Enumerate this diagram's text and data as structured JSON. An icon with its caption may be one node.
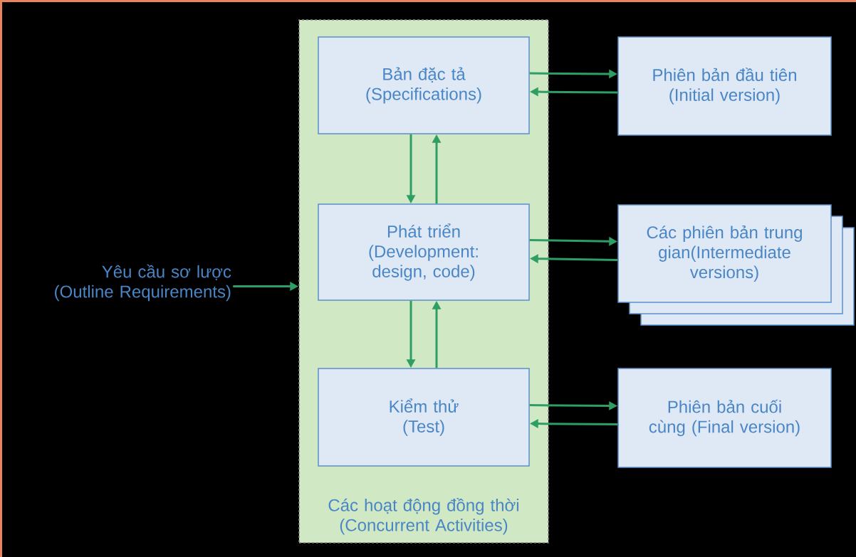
{
  "diagram": {
    "nodes": [
      {
        "text": [
          "Các hoạt động đồng thời (Concurrent Activities)"
        ]
      },
      {
        "text": [
          "Bản đặc tả (Specifications)"
        ],
        "in": 0
      },
      {
        "text": [
          "Phát triển (Development: design, code)"
        ],
        "in": 0
      },
      {
        "text": [
          "Kiểm thử (Test)"
        ],
        "in": 0
      },
      {
        "text": [
          "Phiên bản đầu tiên (Initial version)"
        ]
      },
      {
        "text": [
          "Các phiên bản trung gian(Intermediate versions)"
        ]
      },
      {
        "text": [
          "Phiên bản cuối cùng (Final version)"
        ]
      },
      {
        "text": [
          "Yêu cầu sơ lược (Outline Requirements)"
        ]
      }
    ],
    "edges": [
      {
        "from": 7,
        "to": 0,
        "arrow": "to"
      },
      {
        "from": 1,
        "to": 2,
        "arrow": "to"
      },
      {
        "from": 2,
        "to": 1,
        "arrow": "to"
      },
      {
        "from": 2,
        "to": 3,
        "arrow": "to"
      },
      {
        "from": 3,
        "to": 2,
        "arrow": "to"
      },
      {
        "from": 1,
        "to": 4,
        "arrow": "to"
      },
      {
        "from": 4,
        "to": 1,
        "arrow": "to"
      },
      {
        "from": 2,
        "to": 5,
        "arrow": "to"
      },
      {
        "from": 5,
        "to": 2,
        "arrow": "to"
      },
      {
        "from": 3,
        "to": 6,
        "arrow": "to"
      },
      {
        "from": 6,
        "to": 3,
        "arrow": "to"
      }
    ]
  }
}
